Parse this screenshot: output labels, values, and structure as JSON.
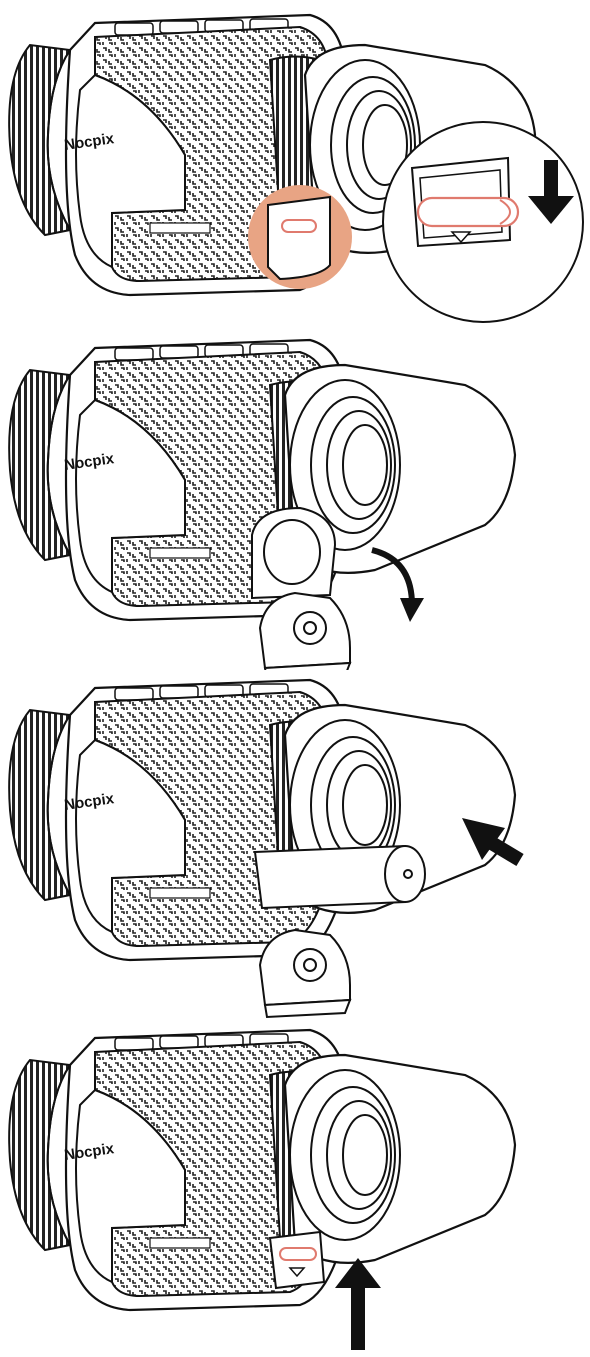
{
  "brand": "Nocpix",
  "highlight_color": "#e8a484",
  "latch_color": "#e07a6e",
  "steps": [
    {
      "id": 1,
      "action": "slide battery-cover latch down",
      "arrow": "arrow-down-icon",
      "inset_zoom": true,
      "highlight": true
    },
    {
      "id": 2,
      "action": "open battery cover",
      "arrow": "curved-arrow-icon"
    },
    {
      "id": 3,
      "action": "insert battery",
      "arrow": "arrow-diagonal-icon"
    },
    {
      "id": 4,
      "action": "close cover and slide latch up",
      "arrow": "arrow-up-icon"
    }
  ]
}
